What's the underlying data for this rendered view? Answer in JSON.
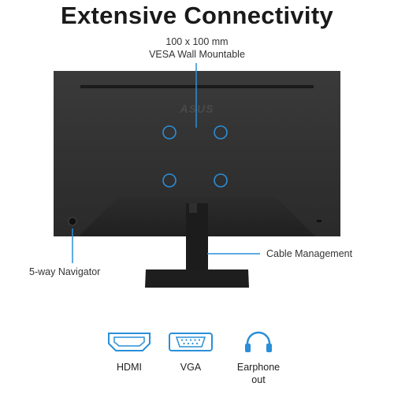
{
  "title": "Extensive Connectivity",
  "vesa": {
    "line1": "100 x 100 mm",
    "line2": "VESA Wall Mountable"
  },
  "brand_logo": "ASUS",
  "callouts": {
    "cable": "Cable Management",
    "navigator": "5-way Navigator"
  },
  "ports": [
    {
      "icon": "hdmi-icon",
      "label": "HDMI"
    },
    {
      "icon": "vga-icon",
      "label": "VGA"
    },
    {
      "icon": "headphones-icon",
      "label": "Earphone out"
    }
  ],
  "colors": {
    "accent": "#2a8fd8",
    "monitor": "#2e2e2e",
    "monitor_dark": "#1d1d1d",
    "stand": "#1e1e1e"
  }
}
